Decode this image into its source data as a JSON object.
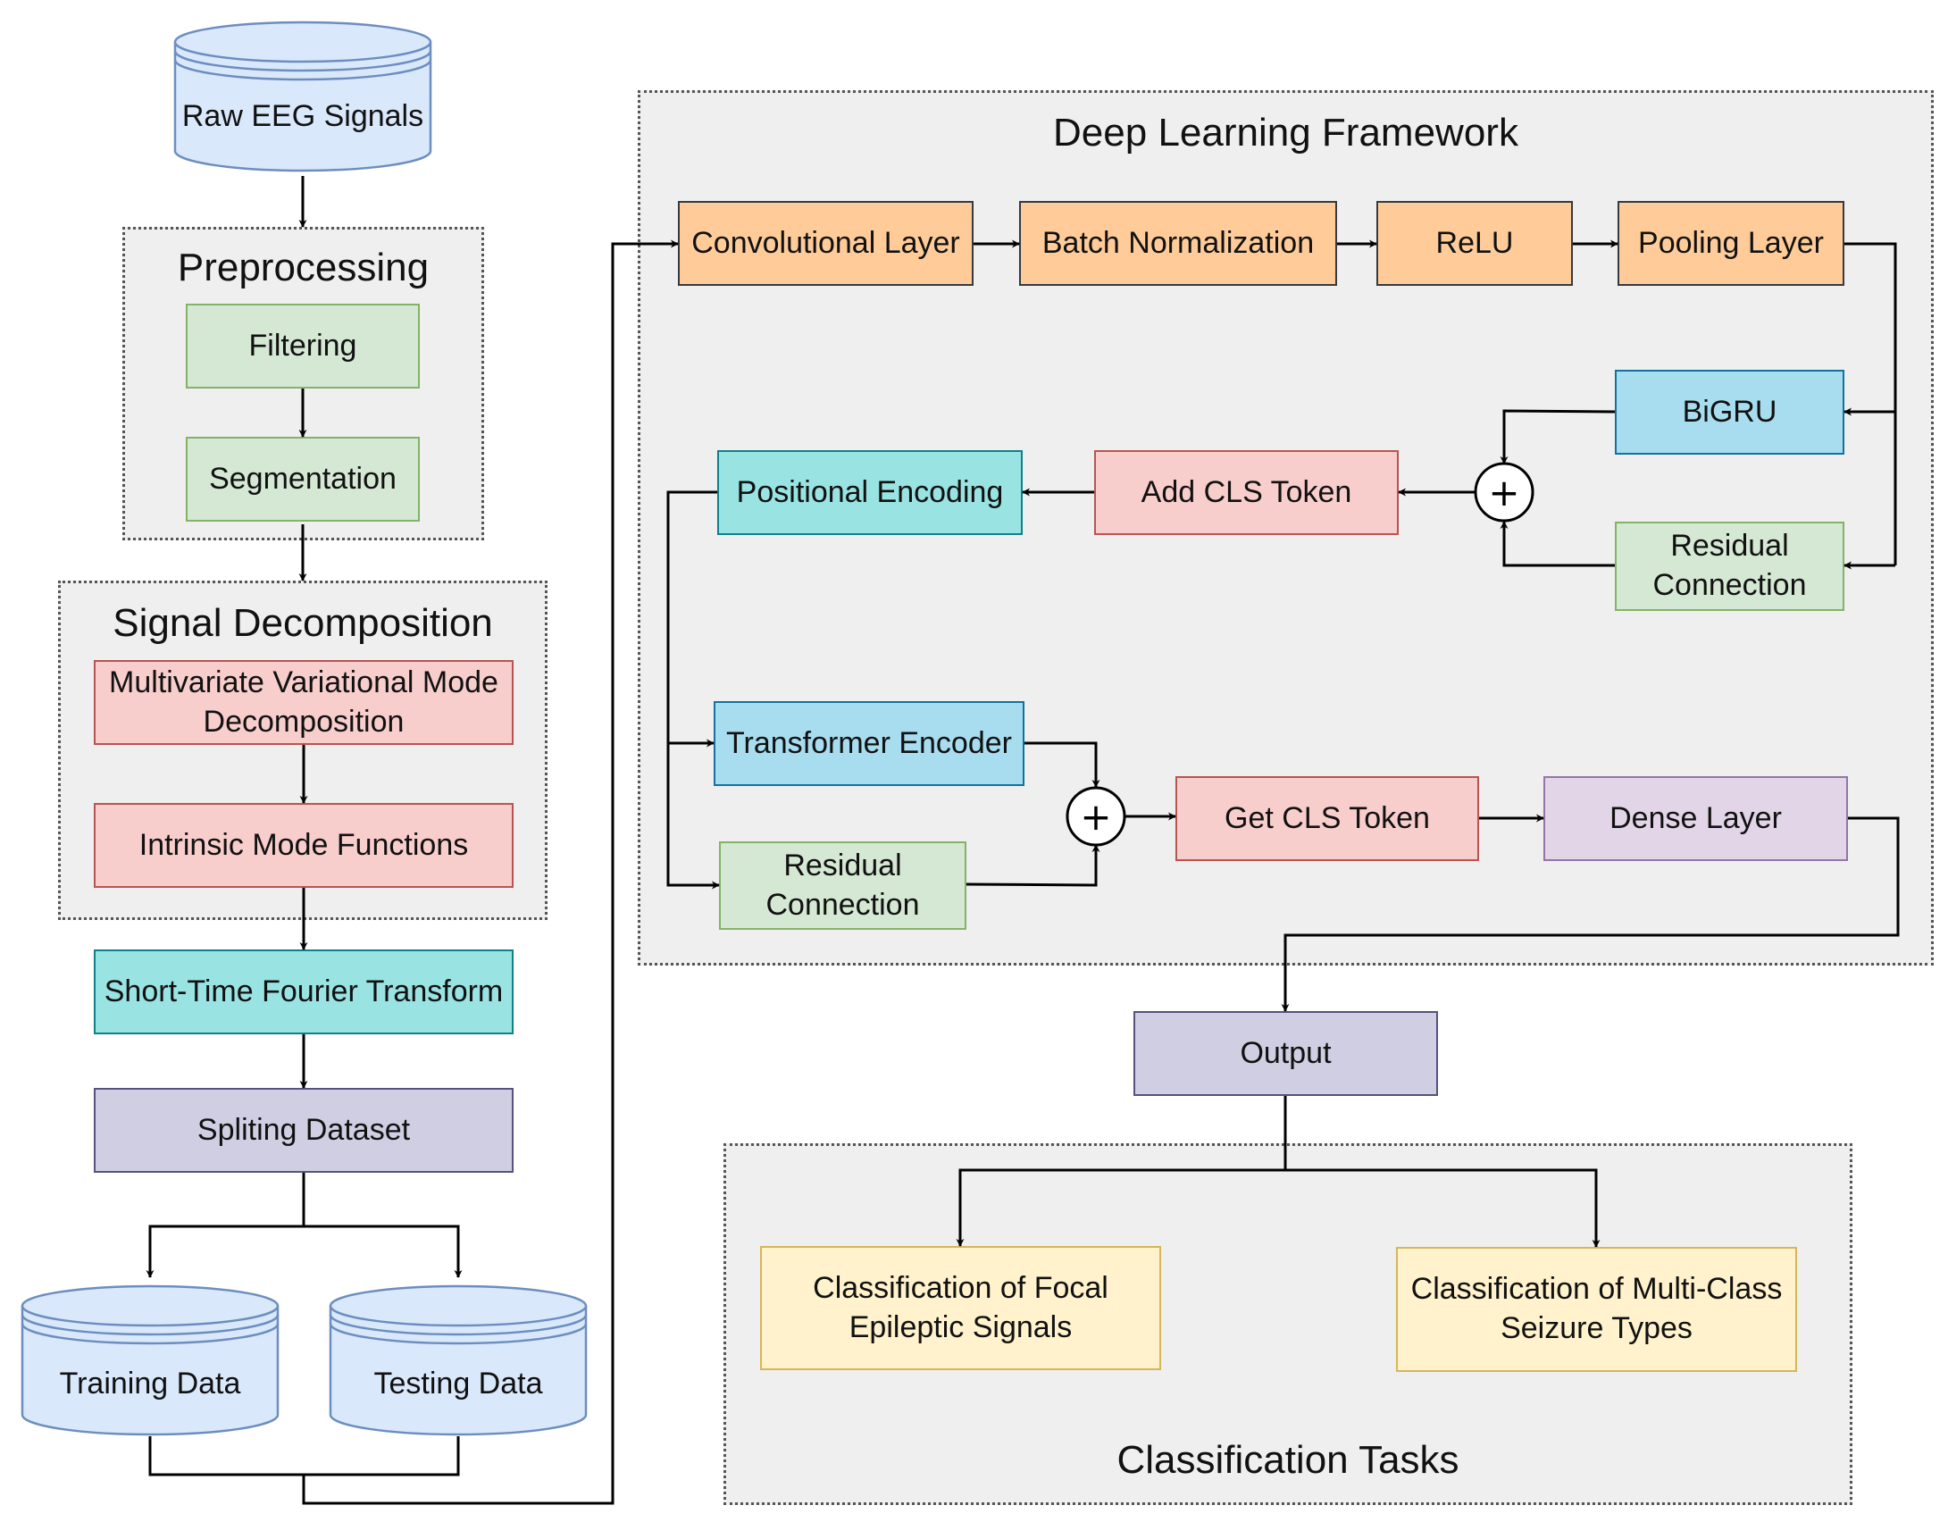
{
  "data_sources": {
    "raw": "Raw EEG Signals",
    "training": "Training Data",
    "testing": "Testing Data"
  },
  "preprocessing": {
    "title": "Preprocessing",
    "filtering": "Filtering",
    "segmentation": "Segmentation"
  },
  "decomposition": {
    "title": "Signal Decomposition",
    "mvmd": "Multivariate Variational Mode Decomposition",
    "imf": "Intrinsic Mode Functions"
  },
  "stft": "Short-Time Fourier Transform",
  "split": "Spliting Dataset",
  "framework": {
    "title": "Deep Learning Framework",
    "conv": "Convolutional Layer",
    "batchnorm": "Batch Normalization",
    "relu": "ReLU",
    "pooling": "Pooling Layer",
    "bigru": "BiGRU",
    "residual1": "Residual Connection",
    "add_cls": "Add CLS Token",
    "positional": "Positional Encoding",
    "transformer": "Transformer Encoder",
    "residual2": "Residual Connection",
    "get_cls": "Get CLS Token",
    "dense": "Dense Layer",
    "plus_symbol": "+"
  },
  "output": "Output",
  "classification": {
    "title": "Classification Tasks",
    "focal": "Classification of Focal Epileptic Signals",
    "multiclass": "Classification of Multi-Class Seizure Types"
  },
  "colors": {
    "group_fill": "#efefef",
    "edge": "#000000",
    "green": "#d5e8d4",
    "red": "#f8cecc",
    "cyan": "#99e3e3",
    "blue": "#a8ddf0",
    "orange": "#ffcc99",
    "purple": "#d0cee2",
    "lilac": "#e1d5e7",
    "yellow": "#fff2cc",
    "cylinder": "#dae8fc"
  }
}
